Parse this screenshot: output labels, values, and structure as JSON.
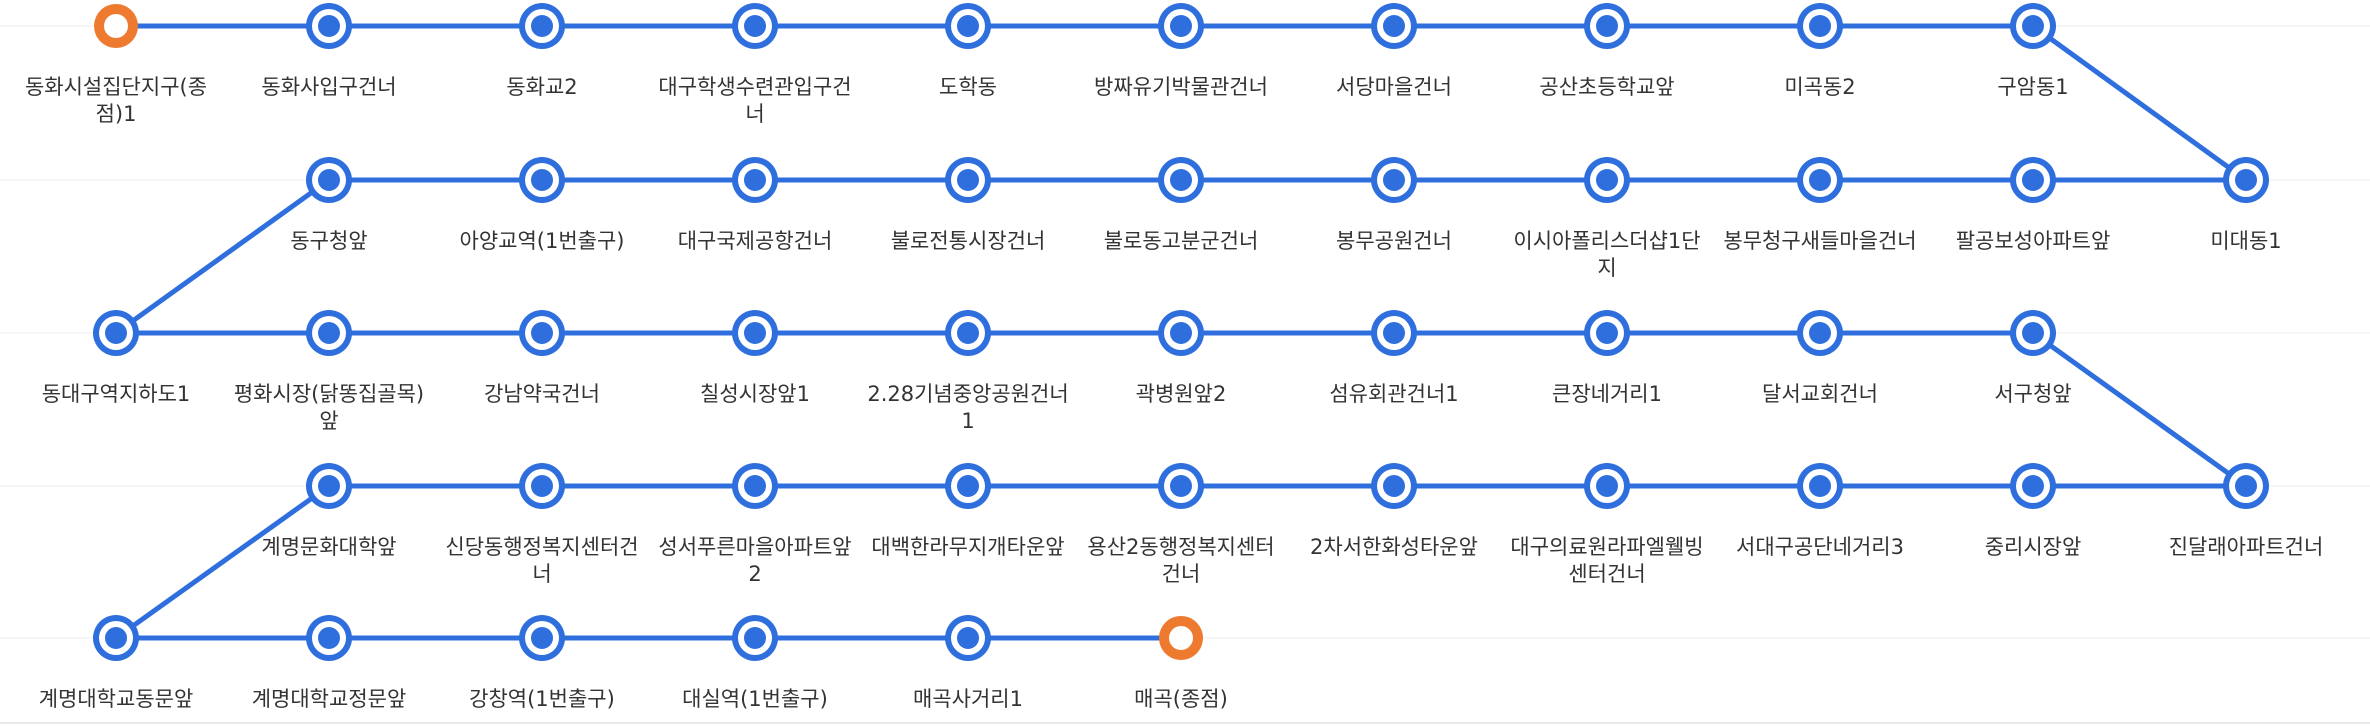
{
  "colors": {
    "line": "#2f6fdd",
    "stop_ring": "#2f6fdd",
    "terminal_ring": "#ee7a2f",
    "label_text": "#333333",
    "row_divider": "#eeeeee"
  },
  "icons": {
    "stop": "bus-stop-marker-icon",
    "terminal": "terminal-stop-marker-icon"
  },
  "stops": [
    {
      "label": "동화시설집단지구(종점)1",
      "terminal": true
    },
    {
      "label": "동화사입구건너"
    },
    {
      "label": "동화교2"
    },
    {
      "label": "대구학생수련관입구건너"
    },
    {
      "label": "도학동"
    },
    {
      "label": "방짜유기박물관건너"
    },
    {
      "label": "서당마을건너"
    },
    {
      "label": "공산초등학교앞"
    },
    {
      "label": "미곡동2"
    },
    {
      "label": "구암동1"
    },
    {
      "label": "미대동1"
    },
    {
      "label": "팔공보성아파트앞"
    },
    {
      "label": "봉무청구새들마을건너"
    },
    {
      "label": "이시아폴리스더샵1단지"
    },
    {
      "label": "봉무공원건너"
    },
    {
      "label": "불로동고분군건너"
    },
    {
      "label": "불로전통시장건너"
    },
    {
      "label": "대구국제공항건너"
    },
    {
      "label": "아양교역(1번출구)"
    },
    {
      "label": "동구청앞"
    },
    {
      "label": "동대구역지하도1"
    },
    {
      "label": "평화시장(닭똥집골목)앞"
    },
    {
      "label": "강남약국건너"
    },
    {
      "label": "칠성시장앞1"
    },
    {
      "label": "2.28기념중앙공원건너1"
    },
    {
      "label": "곽병원앞2"
    },
    {
      "label": "섬유회관건너1"
    },
    {
      "label": "큰장네거리1"
    },
    {
      "label": "달서교회건너"
    },
    {
      "label": "서구청앞"
    },
    {
      "label": "진달래아파트건너"
    },
    {
      "label": "중리시장앞"
    },
    {
      "label": "서대구공단네거리3"
    },
    {
      "label": "대구의료원라파엘웰빙센터건너"
    },
    {
      "label": "2차서한화성타운앞"
    },
    {
      "label": "용산2동행정복지센터건너"
    },
    {
      "label": "대백한라무지개타운앞"
    },
    {
      "label": "성서푸른마을아파트앞2"
    },
    {
      "label": "신당동행정복지센터건너"
    },
    {
      "label": "계명문화대학앞"
    },
    {
      "label": "계명대학교동문앞"
    },
    {
      "label": "계명대학교정문앞"
    },
    {
      "label": "강창역(1번출구)"
    },
    {
      "label": "대실역(1번출구)"
    },
    {
      "label": "매곡사거리1"
    },
    {
      "label": "매곡(종점)",
      "terminal": true
    }
  ]
}
